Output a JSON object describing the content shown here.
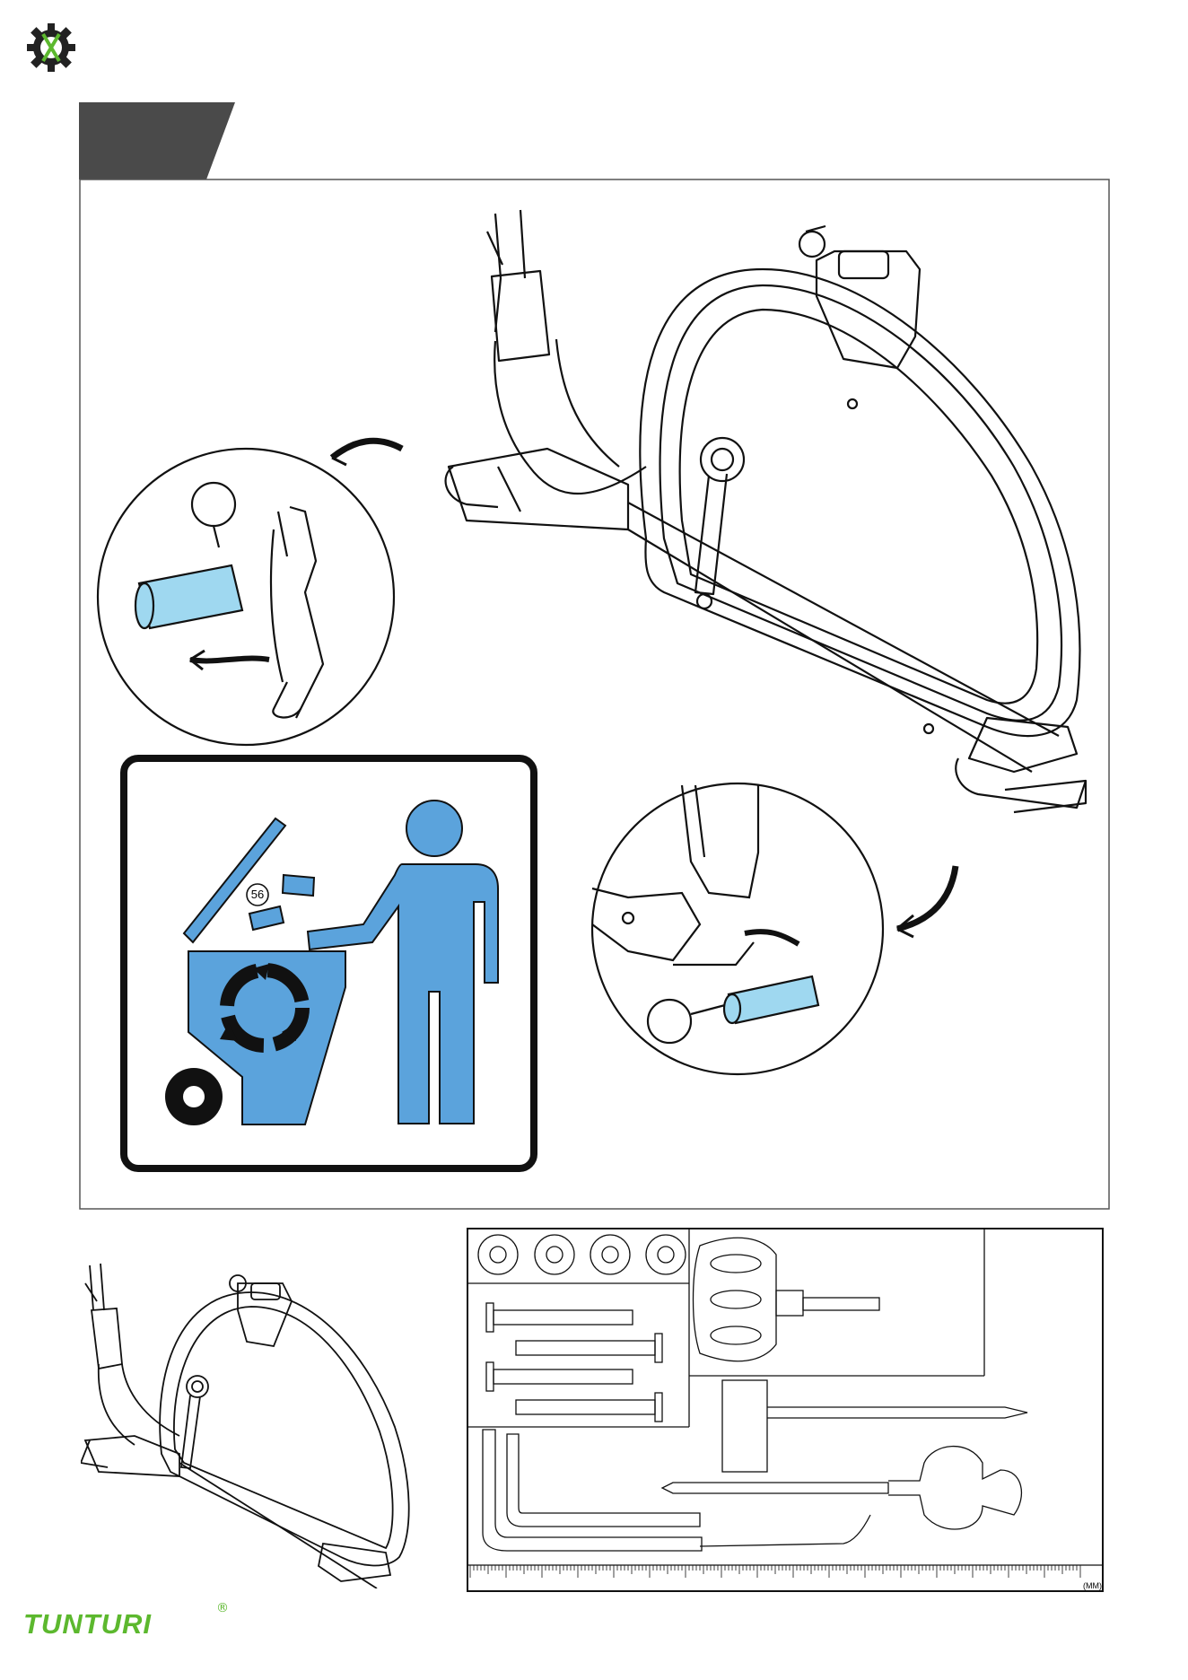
{
  "header": {
    "logo_icon": "gear-wrench-icon",
    "step_tab_color": "#4a4a4a",
    "step_number": ""
  },
  "main_illustration": {
    "part_number_label": "56",
    "callout_top": "",
    "callout_bottom": "",
    "foot_cap_color": "#9fd8f0",
    "recycle_color": "#5ba3dc"
  },
  "tools_panel": {
    "ruler_unit": "(MM)"
  },
  "footer": {
    "brand": "TUNTURI",
    "brand_mark": "®",
    "brand_color": "#5cb82e"
  }
}
